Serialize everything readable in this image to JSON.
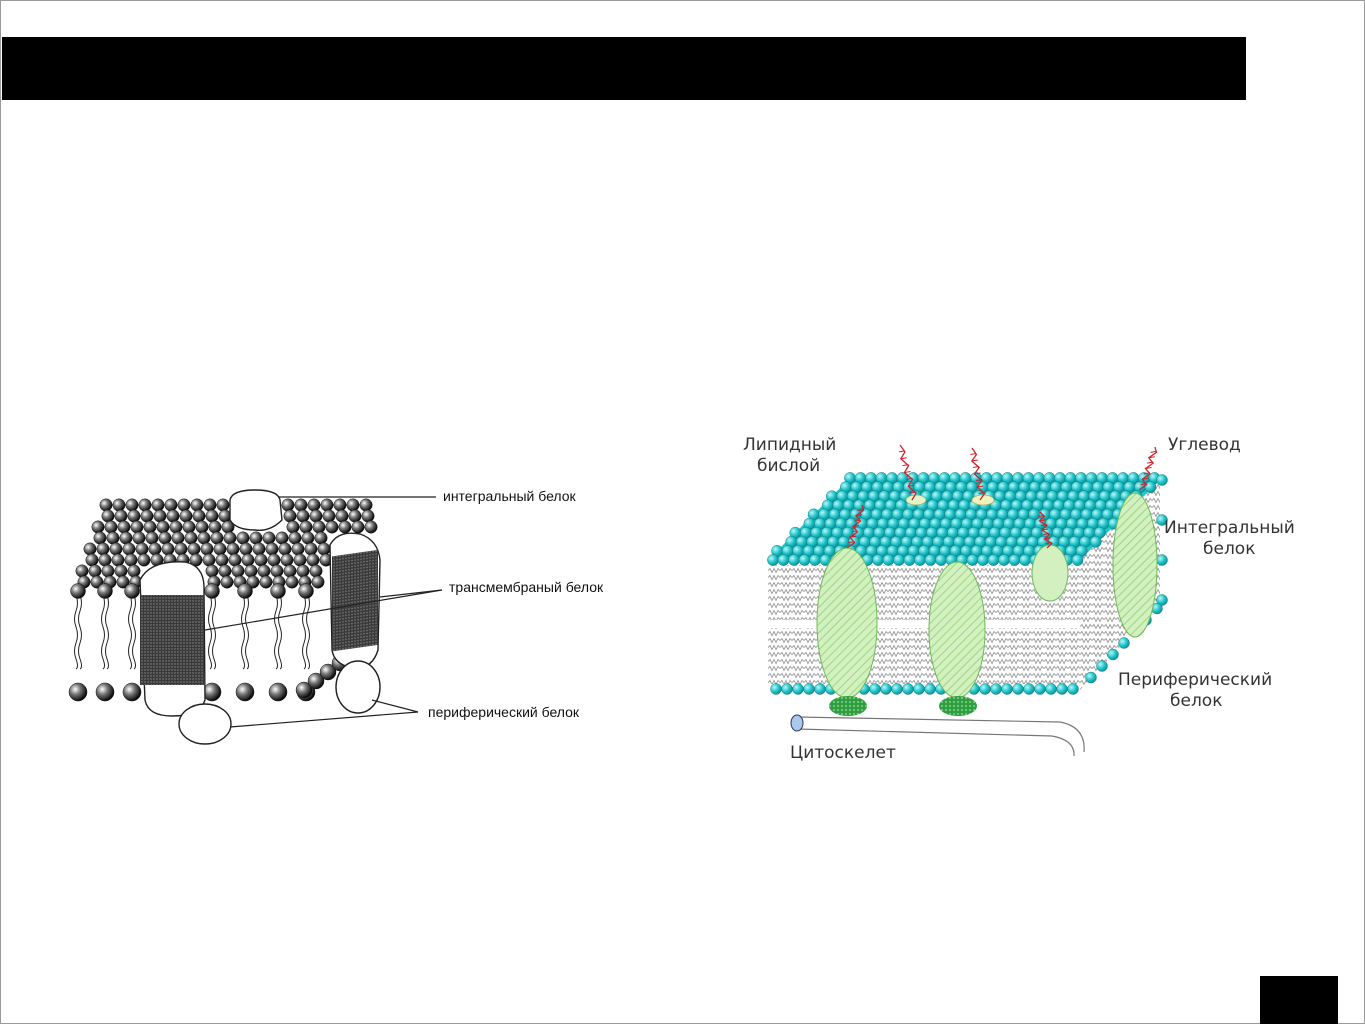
{
  "left_diagram": {
    "labels": {
      "integral": "интегральный белок",
      "transmembrane": "трансмембраный белок",
      "peripheral": "периферический белок"
    }
  },
  "right_diagram": {
    "labels": {
      "lipid_line1": "Липидный",
      "lipid_line2": "бислой",
      "carbohydrate": "Углевод",
      "integral_line1": "Интегральный",
      "integral_line2": "белок",
      "peripheral_line1": "Периферический",
      "peripheral_line2": "белок",
      "cytoskeleton": "Цитоскелет"
    },
    "colors": {
      "lipid_head": "#1fc6cc",
      "protein": "#d2f0c0",
      "peripheral_protein": "#2f9e3f",
      "carbohydrate": "#d0222a",
      "cytoskeleton": "#a9c9ec"
    }
  }
}
